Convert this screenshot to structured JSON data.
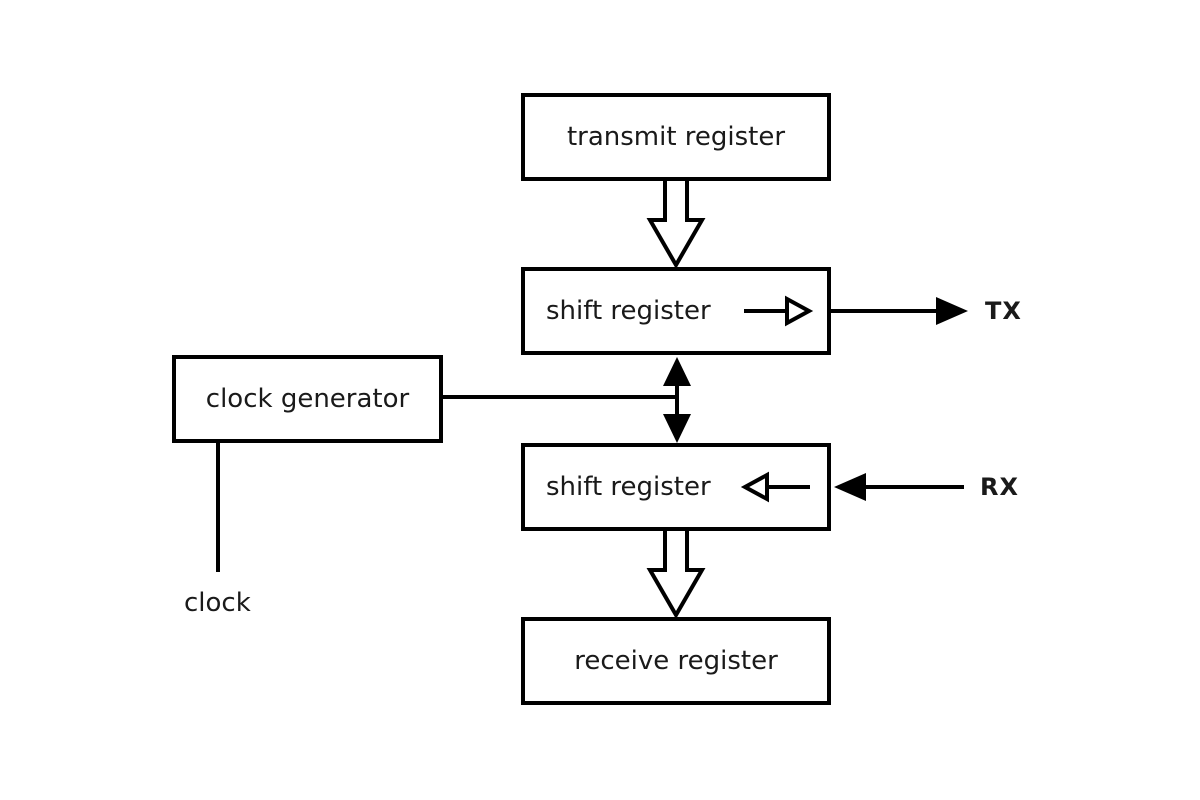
{
  "diagram": {
    "description": "UART transmit/receive block diagram",
    "colors": {
      "background": "#ffffff",
      "line": "#000000",
      "box_fill": "#ffffff",
      "text": "#1a1a1a"
    },
    "boxes": {
      "transmit_register": {
        "label": "transmit register"
      },
      "shift_register_tx": {
        "label": "shift register"
      },
      "clock_generator": {
        "label": "clock generator"
      },
      "shift_register_rx": {
        "label": "shift register"
      },
      "receive_register": {
        "label": "receive register"
      }
    },
    "labels": {
      "tx": "TX",
      "rx": "RX",
      "clock": "clock"
    },
    "connections": [
      {
        "from": "transmit_register",
        "to": "shift_register_tx",
        "style": "hollow-block-arrow",
        "direction": "down"
      },
      {
        "from": "shift_register_tx",
        "to": "tx",
        "style": "solid-arrow",
        "direction": "right"
      },
      {
        "from": "clock_generator",
        "to": "shift_register_tx_and_rx",
        "style": "line-to-double-headed-arrow",
        "direction": "up-and-down"
      },
      {
        "from": "rx",
        "to": "shift_register_rx",
        "style": "solid-arrow",
        "direction": "left"
      },
      {
        "from": "shift_register_rx",
        "to": "receive_register",
        "style": "hollow-block-arrow",
        "direction": "down"
      },
      {
        "from": "clock_generator",
        "to": "clock",
        "style": "plain-line",
        "direction": "down"
      },
      {
        "inside": "shift_register_tx",
        "style": "open-triangle-arrow",
        "direction": "right"
      },
      {
        "inside": "shift_register_rx",
        "style": "open-triangle-arrow",
        "direction": "left"
      }
    ]
  }
}
